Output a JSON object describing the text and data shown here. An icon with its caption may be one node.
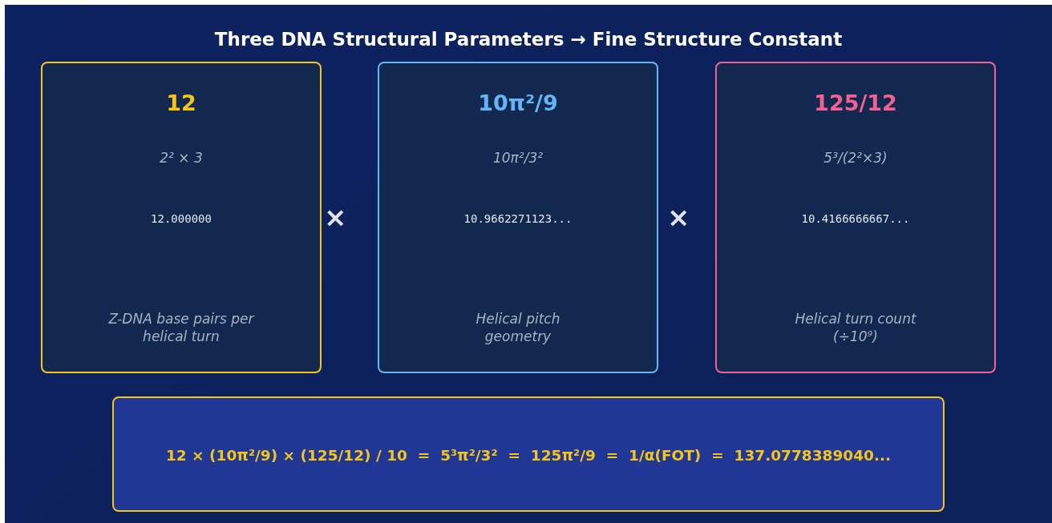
{
  "diagram": {
    "title": "Three DNA Structural Parameters → Fine Structure Constant",
    "nodes": [
      {
        "text": [
          "12",
          "2² × 3",
          "12.000000",
          "Z-DNA base pairs per helical turn"
        ]
      },
      {
        "text": [
          "10π²/9",
          "10π²/3²",
          "10.9662271123...",
          "Helical pitch geometry"
        ]
      },
      {
        "text": [
          "125/12",
          "5³/(2²×3)",
          "10.4166666667...",
          "Helical turn count (÷10⁹)"
        ]
      },
      {
        "text": [
          "12 × (10π²/9) × (125/12) / 10  =  5³π²/3²  =  125π²/9  =  1/α(FOT)  =  137.0778389040..."
        ]
      }
    ],
    "labels": [
      "×",
      "×"
    ]
  }
}
